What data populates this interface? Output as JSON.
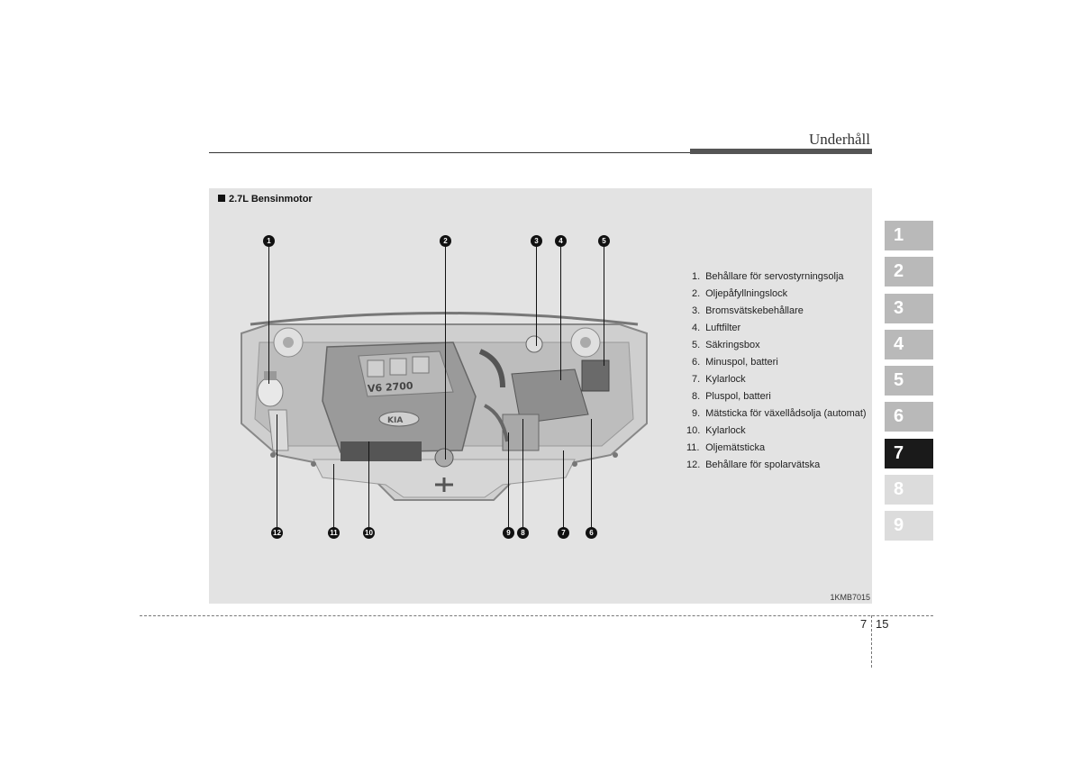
{
  "header": {
    "title": "Underhåll"
  },
  "figure": {
    "title": "2.7L Bensinmotor",
    "image_code": "1KMB7015",
    "engine_badge": "V6 2700",
    "brand_badge": "KIA",
    "callouts_top": [
      "1",
      "2",
      "3",
      "4",
      "5"
    ],
    "callouts_bottom": [
      "12",
      "11",
      "10",
      "9",
      "8",
      "7",
      "6"
    ]
  },
  "legend": [
    {
      "num": "1.",
      "text": "Behållare för servostyrningsolja"
    },
    {
      "num": "2.",
      "text": "Oljepåfyllningslock"
    },
    {
      "num": "3.",
      "text": "Bromsvätskebehållare"
    },
    {
      "num": "4.",
      "text": "Luftfilter"
    },
    {
      "num": "5.",
      "text": "Säkringsbox"
    },
    {
      "num": "6.",
      "text": "Minuspol, batteri"
    },
    {
      "num": "7.",
      "text": "Kylarlock"
    },
    {
      "num": "8.",
      "text": "Pluspol, batteri"
    },
    {
      "num": "9.",
      "text": "Mätsticka för växellådsolja (automat)"
    },
    {
      "num": "10.",
      "text": "Kylarlock"
    },
    {
      "num": "11.",
      "text": "Oljemätsticka"
    },
    {
      "num": "12.",
      "text": "Behållare för spolarvätska"
    }
  ],
  "chapter_tabs": [
    "1",
    "2",
    "3",
    "4",
    "5",
    "6",
    "7",
    "8",
    "9"
  ],
  "active_tab": "7",
  "page": {
    "chapter": "7",
    "number": "15"
  },
  "colors": {
    "active_tab": "#1a1a1a",
    "tab": "#b9b9b9",
    "panel": "#e3e3e3"
  }
}
